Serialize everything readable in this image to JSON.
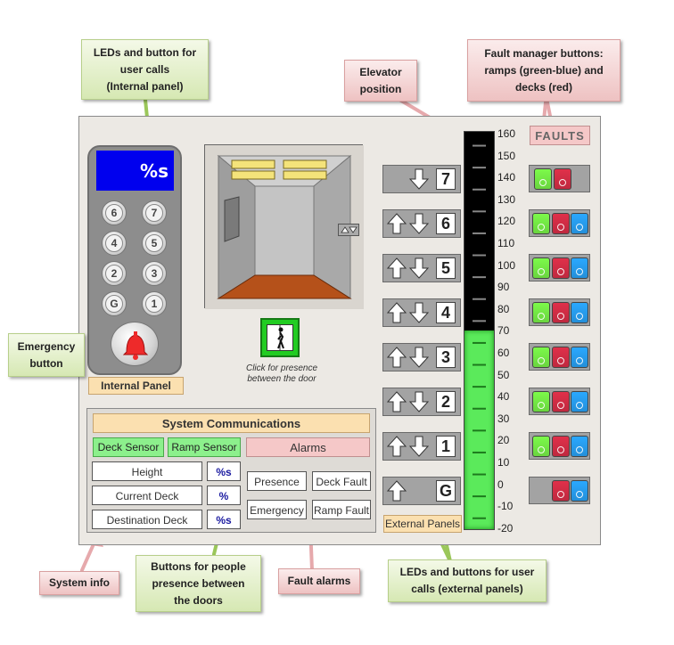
{
  "callouts": {
    "user_calls_internal": "LEDs and button for\nuser calls\n(Internal panel)",
    "elevator_position": "Elevator\nposition",
    "fault_manager": "Fault manager buttons:\nramps (green-blue) and\ndecks (red)",
    "emergency_button": "Emergency\nbutton",
    "system_info": "System info",
    "presence_buttons": "Buttons for people\npresence between\nthe doors",
    "fault_alarms": "Fault alarms",
    "user_calls_external": "LEDs and buttons for user\ncalls (external panels)"
  },
  "internal_panel": {
    "display": "%s",
    "buttons": [
      "6",
      "7",
      "4",
      "5",
      "2",
      "3",
      "G",
      "1"
    ],
    "label": "Internal Panel"
  },
  "presence": {
    "caption": "Click for presence\nbetween the door"
  },
  "system_comm": {
    "title": "System Communications",
    "deck_sensor": "Deck Sensor",
    "ramp_sensor": "Ramp Sensor",
    "alarms": "Alarms",
    "height_label": "Height",
    "height_value": "%s",
    "current_deck_label": "Current Deck",
    "current_deck_value": "%",
    "destination_deck_label": "Destination Deck",
    "destination_deck_value": "%s",
    "presence_btn": "Presence",
    "deck_fault_btn": "Deck Fault",
    "emergency_btn": "Emergency",
    "ramp_fault_btn": "Ramp Fault"
  },
  "external_panels": {
    "label": "External Panels",
    "floors": [
      "7",
      "6",
      "5",
      "4",
      "3",
      "2",
      "1",
      "G"
    ]
  },
  "shaft": {
    "ticks": [
      "160",
      "150",
      "140",
      "130",
      "120",
      "110",
      "100",
      "90",
      "80",
      "70",
      "60",
      "50",
      "40",
      "30",
      "20",
      "10",
      "0",
      "-10",
      "-20"
    ],
    "position_value": 70,
    "range": [
      -20,
      160
    ]
  },
  "faults": {
    "title": "FAULTS"
  },
  "colors": {
    "callout_green": "#d6e8b3",
    "callout_pink": "#eec2c2",
    "led_green": "#7cfa4a",
    "led_red": "#e0304a",
    "led_blue": "#2aa8ff",
    "display_blue": "#0000ee"
  }
}
